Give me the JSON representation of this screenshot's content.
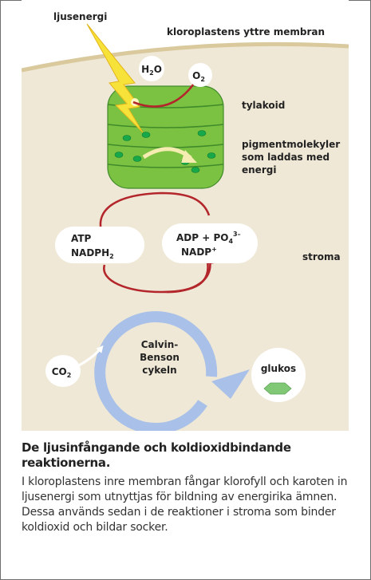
{
  "labels": {
    "light_energy": "ljusenergi",
    "outer_membrane": "kloroplastens yttre membran",
    "h2o": {
      "main": "H",
      "sub": "2",
      "tail": "O"
    },
    "o2": {
      "main": "O",
      "sub": "2"
    },
    "thylakoid": "tylakoid",
    "pigment_line1": "pigmentmolekyler",
    "pigment_line2": "som laddas med",
    "pigment_line3": "energi",
    "atp": "ATP",
    "nadph": {
      "main": "NADPH",
      "sub": "2"
    },
    "adp": {
      "main": "ADP + PO",
      "sub": "4",
      "sup": "3–"
    },
    "nadp": {
      "main": "NADP",
      "sup": "+"
    },
    "stroma": "stroma",
    "calvin_line1": "Calvin-",
    "calvin_line2": "Benson",
    "calvin_line3": "cykeln",
    "co2": {
      "main": "CO",
      "sub": "2"
    },
    "glucose": "glukos"
  },
  "caption": {
    "title": "De ljusinfångande och koldioxidbindande reaktionerna.",
    "body": "I kloroplastens inre membran fångar klorofyll och karoten in ljusenergi som utnyttjas för bildning av energirika ämnen. Dessa används sedan i de reaktioner i stroma som binder koldioxid och bildar socker."
  },
  "colors": {
    "stroma": "#f0e8d6",
    "membrane": "#d9c99c",
    "thylakoid": "#7cc242",
    "thylakoid_dark": "#3f8a2a",
    "pigment": "#17a84a",
    "red_arrow": "#b3262b",
    "calvin_cycle": "#a9c1e8",
    "lightning": "#f7e23a",
    "glucose": "#80c776"
  }
}
